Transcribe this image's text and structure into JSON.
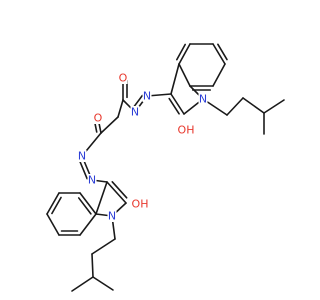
{
  "colors": {
    "bond": "#1a1a1a",
    "oxygen": "#e8392e",
    "nitrogen": "#2d3fd6",
    "background": "#ffffff"
  },
  "atom_labels": {
    "o_upper_carbonyl": "O",
    "o_lower_carbonyl": "O",
    "n_upper_azo_1": "N",
    "n_upper_azo_2": "N",
    "n_lower_azo_1": "N",
    "n_lower_azo_2": "N",
    "n_upper_ring": "N",
    "n_lower_ring": "N",
    "oh_upper": "OH",
    "oh_lower": "OH"
  }
}
